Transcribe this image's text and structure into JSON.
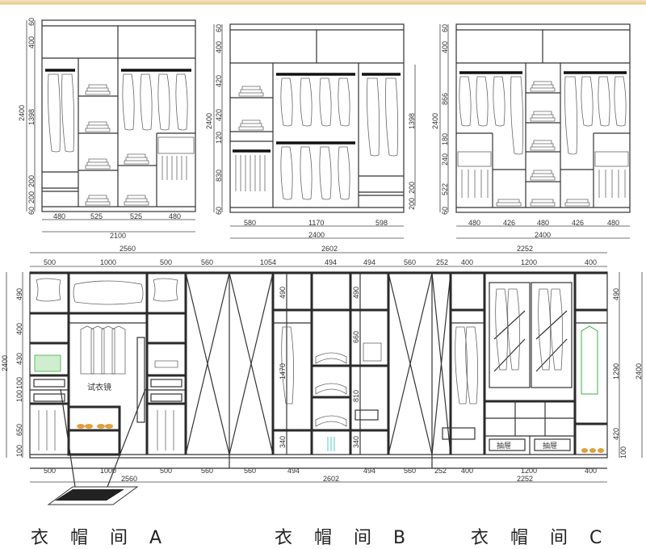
{
  "top_elevations": [
    {
      "id": "A",
      "total_width": "2100",
      "segments": [
        "480",
        "525",
        "525",
        "480"
      ],
      "left_dims": [
        "60",
        "400",
        "1398",
        "200",
        "200",
        "60"
      ],
      "overall_height": "2400"
    },
    {
      "id": "B",
      "total_width": "2400",
      "segments": [
        "580",
        "1170",
        "598"
      ],
      "left_dims": [
        "60",
        "400",
        "420",
        "420",
        "120",
        "830",
        "60"
      ],
      "right_dims": [
        "1398",
        "200",
        "200"
      ],
      "overall_height": "2400"
    },
    {
      "id": "C",
      "total_width": "2400",
      "segments": [
        "480",
        "426",
        "480",
        "426",
        "480"
      ],
      "left_dims": [
        "60",
        "400",
        "866",
        "180",
        "240",
        "522",
        "60"
      ],
      "overall_height": "2400"
    }
  ],
  "bottom_elevation": {
    "totals_top": [
      "2560",
      "2602",
      "2252"
    ],
    "segments_top": [
      "500",
      "1000",
      "500",
      "560",
      "1054",
      "494",
      "494",
      "560",
      "252",
      "400",
      "1200",
      "400"
    ],
    "segments_bottom": [
      "500",
      "1000",
      "500",
      "560",
      "560",
      "494",
      "494",
      "560",
      "252",
      "400",
      "1200",
      "400"
    ],
    "totals_bottom": [
      "2560",
      "2602",
      "2252"
    ],
    "left_dims": [
      "490",
      "400",
      "430",
      "100",
      "100",
      "650",
      "100"
    ],
    "left_overall": "2400",
    "right_dims": [
      "490",
      "1290",
      "420",
      "100"
    ],
    "right_overall": "2400",
    "inner_dims_b": [
      "490",
      "490",
      "1470",
      "660",
      "810",
      "340",
      "340"
    ],
    "mirror_label": "试衣镜",
    "drawer_labels": [
      "抽屉",
      "抽屉"
    ],
    "grate_caption": ""
  },
  "section_titles": [
    "衣 帽 间 A",
    "衣 帽 间 B",
    "衣 帽 间 C"
  ],
  "colors": {
    "line": "#333333",
    "top_band": "#e9c98f",
    "green_accent": "#3cb043",
    "shoe_accent": "#e0a040",
    "cyan_accent": "#6fd6d0"
  }
}
